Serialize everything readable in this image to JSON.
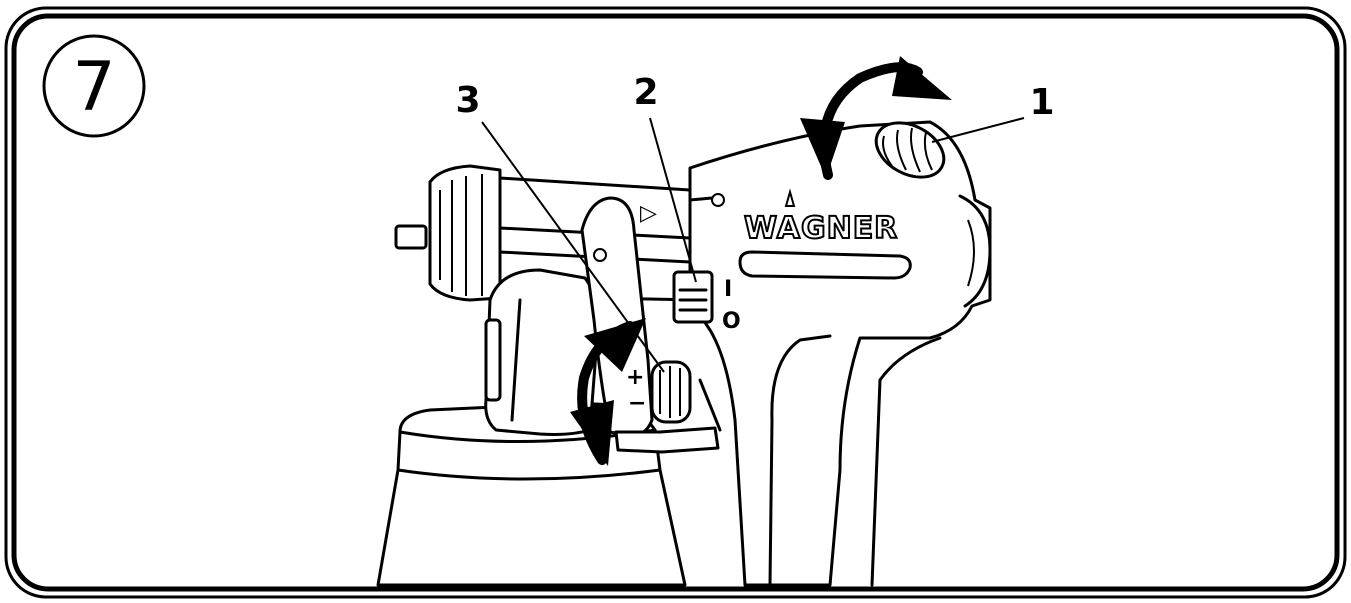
{
  "step_number": "7",
  "brand": "WAGNER",
  "callouts": [
    {
      "id": "1",
      "label": "1"
    },
    {
      "id": "2",
      "label": "2"
    },
    {
      "id": "3",
      "label": "3"
    }
  ],
  "switch_marks": {
    "on": "I",
    "off": "O"
  },
  "flow_marks": {
    "plus": "+",
    "minus": "−"
  }
}
